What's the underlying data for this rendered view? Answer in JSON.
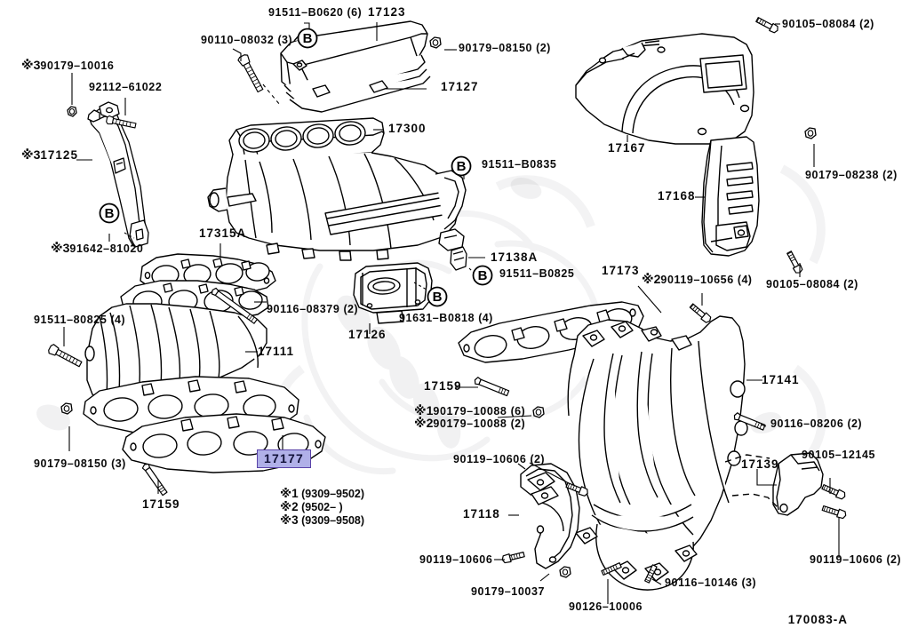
{
  "diagram": {
    "id_label": "170083-A",
    "highlighted_part": "17177",
    "background_color": "#ffffff",
    "line_color": "#000000",
    "highlight_fill": "#b0b0e8",
    "highlight_border": "#5a43a8"
  },
  "legend": {
    "lines": [
      {
        "mark": "※1",
        "text": "(9309–9502)"
      },
      {
        "mark": "※2",
        "text": "(9502–      )"
      },
      {
        "mark": "※3",
        "text": "(9309–9508)"
      }
    ]
  },
  "callouts": [
    {
      "id": "c01",
      "mark": "※3",
      "text": "90179–10016",
      "qty": ""
    },
    {
      "id": "c02",
      "mark": "",
      "text": "92112–61022",
      "qty": ""
    },
    {
      "id": "c03",
      "mark": "※3",
      "text": "17125",
      "qty": ""
    },
    {
      "id": "c04",
      "mark": "※3",
      "text": "91642–81020",
      "qty": ""
    },
    {
      "id": "c05",
      "mark": "",
      "text": "90110–08032",
      "qty": "(3)"
    },
    {
      "id": "c06",
      "mark": "",
      "text": "91511–B0620",
      "qty": "(6)"
    },
    {
      "id": "c07",
      "mark": "",
      "text": "17123",
      "qty": ""
    },
    {
      "id": "c08",
      "mark": "",
      "text": "90179–08150",
      "qty": "(2)"
    },
    {
      "id": "c09",
      "mark": "",
      "text": "17127",
      "qty": ""
    },
    {
      "id": "c10",
      "mark": "",
      "text": "17300",
      "qty": ""
    },
    {
      "id": "c11",
      "mark": "",
      "text": "91511–B0835",
      "qty": ""
    },
    {
      "id": "c12",
      "mark": "",
      "text": "17138A",
      "qty": ""
    },
    {
      "id": "c13",
      "mark": "",
      "text": "91511–B0825",
      "qty": ""
    },
    {
      "id": "c14",
      "mark": "",
      "text": "91631–B0818",
      "qty": "(4)"
    },
    {
      "id": "c15",
      "mark": "",
      "text": "17126",
      "qty": ""
    },
    {
      "id": "c16",
      "mark": "",
      "text": "17315A",
      "qty": ""
    },
    {
      "id": "c17",
      "mark": "",
      "text": "90116–08379",
      "qty": "(2)"
    },
    {
      "id": "c18",
      "mark": "",
      "text": "17111",
      "qty": ""
    },
    {
      "id": "c19",
      "mark": "",
      "text": "91511–80825",
      "qty": "(4)"
    },
    {
      "id": "c20",
      "mark": "",
      "text": "90179–08150",
      "qty": "(3)"
    },
    {
      "id": "c21",
      "mark": "",
      "text": "17159",
      "qty": ""
    },
    {
      "id": "c22",
      "mark": "",
      "text": "90105–08084",
      "qty": "(2)"
    },
    {
      "id": "c23",
      "mark": "",
      "text": "17167",
      "qty": ""
    },
    {
      "id": "c24",
      "mark": "",
      "text": "17168",
      "qty": ""
    },
    {
      "id": "c25",
      "mark": "",
      "text": "90179–08238",
      "qty": "(2)"
    },
    {
      "id": "c26",
      "mark": "",
      "text": "90105–08084",
      "qty": "(2)"
    },
    {
      "id": "c27",
      "mark": "",
      "text": "17173",
      "qty": ""
    },
    {
      "id": "c28",
      "mark": "※2",
      "text": "90119–10656",
      "qty": "(4)"
    },
    {
      "id": "c29",
      "mark": "",
      "text": "17141",
      "qty": ""
    },
    {
      "id": "c30",
      "mark": "",
      "text": "17159",
      "qty": ""
    },
    {
      "id": "c31",
      "mark": "※1",
      "text": "90179–10088",
      "qty": "(6)"
    },
    {
      "id": "c32",
      "mark": "※2",
      "text": "90179–10088",
      "qty": "(2)"
    },
    {
      "id": "c33",
      "mark": "",
      "text": "90116–08206",
      "qty": "(2)"
    },
    {
      "id": "c34",
      "mark": "",
      "text": "90105–12145",
      "qty": ""
    },
    {
      "id": "c35",
      "mark": "",
      "text": "17139",
      "qty": ""
    },
    {
      "id": "c36",
      "mark": "",
      "text": "90119–10606",
      "qty": "(2)"
    },
    {
      "id": "c37",
      "mark": "",
      "text": "90119–10606",
      "qty": "(2)"
    },
    {
      "id": "c38",
      "mark": "",
      "text": "17118",
      "qty": ""
    },
    {
      "id": "c39",
      "mark": "",
      "text": "90119–10606",
      "qty": ""
    },
    {
      "id": "c40",
      "mark": "",
      "text": "90179–10037",
      "qty": ""
    },
    {
      "id": "c41",
      "mark": "",
      "text": "90126–10006",
      "qty": ""
    },
    {
      "id": "c42",
      "mark": "",
      "text": "90116–10146",
      "qty": "(3)"
    }
  ]
}
